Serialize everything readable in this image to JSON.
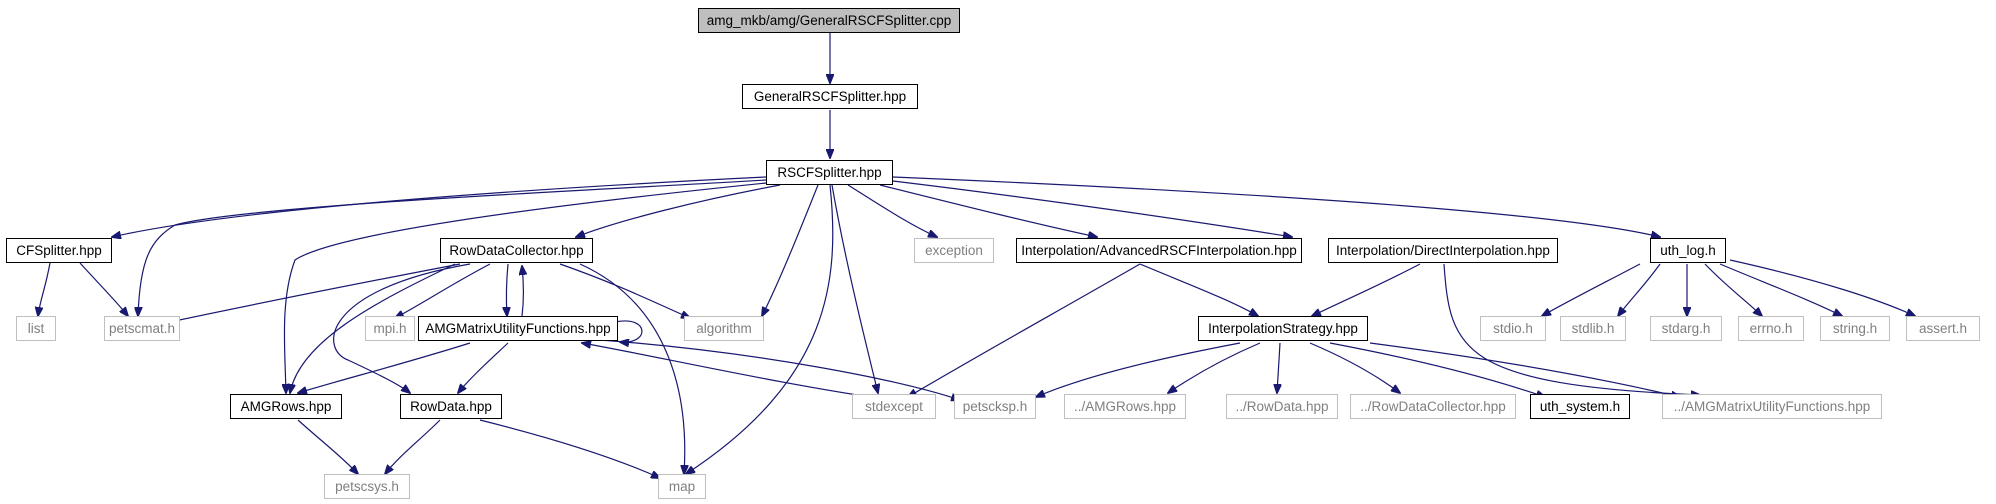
{
  "nodes": [
    {
      "id": "root",
      "label": "amg_mkb/amg/GeneralRSCFSplitter.cpp",
      "kind": "root"
    },
    {
      "id": "grscf",
      "label": "GeneralRSCFSplitter.hpp",
      "kind": "int"
    },
    {
      "id": "rscf",
      "label": "RSCFSplitter.hpp",
      "kind": "int"
    },
    {
      "id": "cfs",
      "label": "CFSplitter.hpp",
      "kind": "int"
    },
    {
      "id": "rdc",
      "label": "RowDataCollector.hpp",
      "kind": "int"
    },
    {
      "id": "exception",
      "label": "exception",
      "kind": "ext"
    },
    {
      "id": "adv",
      "label": "Interpolation/AdvancedRSCFInterpolation.hpp",
      "kind": "int"
    },
    {
      "id": "direct",
      "label": "Interpolation/DirectInterpolation.hpp",
      "kind": "int"
    },
    {
      "id": "uthlog",
      "label": "uth_log.h",
      "kind": "int"
    },
    {
      "id": "list",
      "label": "list",
      "kind": "ext"
    },
    {
      "id": "petscmat",
      "label": "petscmat.h",
      "kind": "ext"
    },
    {
      "id": "mpi",
      "label": "mpi.h",
      "kind": "ext"
    },
    {
      "id": "amgmuf",
      "label": "AMGMatrixUtilityFunctions.hpp",
      "kind": "int"
    },
    {
      "id": "algorithm",
      "label": "algorithm",
      "kind": "ext"
    },
    {
      "id": "interpstrat",
      "label": "InterpolationStrategy.hpp",
      "kind": "int"
    },
    {
      "id": "stdio",
      "label": "stdio.h",
      "kind": "ext"
    },
    {
      "id": "stdlib",
      "label": "stdlib.h",
      "kind": "ext"
    },
    {
      "id": "stdarg",
      "label": "stdarg.h",
      "kind": "ext"
    },
    {
      "id": "errno",
      "label": "errno.h",
      "kind": "ext"
    },
    {
      "id": "string",
      "label": "string.h",
      "kind": "ext"
    },
    {
      "id": "assert",
      "label": "assert.h",
      "kind": "ext"
    },
    {
      "id": "amgrows",
      "label": "AMGRows.hpp",
      "kind": "int"
    },
    {
      "id": "rowdata",
      "label": "RowData.hpp",
      "kind": "int"
    },
    {
      "id": "stdexcept",
      "label": "stdexcept",
      "kind": "ext"
    },
    {
      "id": "petscksp",
      "label": "petscksp.h",
      "kind": "ext"
    },
    {
      "id": "relamgrows",
      "label": "../AMGRows.hpp",
      "kind": "ext"
    },
    {
      "id": "relrowdata",
      "label": "../RowData.hpp",
      "kind": "ext"
    },
    {
      "id": "relrdc",
      "label": "../RowDataCollector.hpp",
      "kind": "ext"
    },
    {
      "id": "uthsystem",
      "label": "uth_system.h",
      "kind": "int"
    },
    {
      "id": "relamgmuf",
      "label": "../AMGMatrixUtilityFunctions.hpp",
      "kind": "ext"
    },
    {
      "id": "petscsys",
      "label": "petscsys.h",
      "kind": "ext"
    },
    {
      "id": "map",
      "label": "map",
      "kind": "ext"
    }
  ],
  "colors": {
    "edge": "#191970",
    "root_fill": "#bfbfbf",
    "ext_border": "#bfbfbf",
    "ext_text": "#808080"
  }
}
